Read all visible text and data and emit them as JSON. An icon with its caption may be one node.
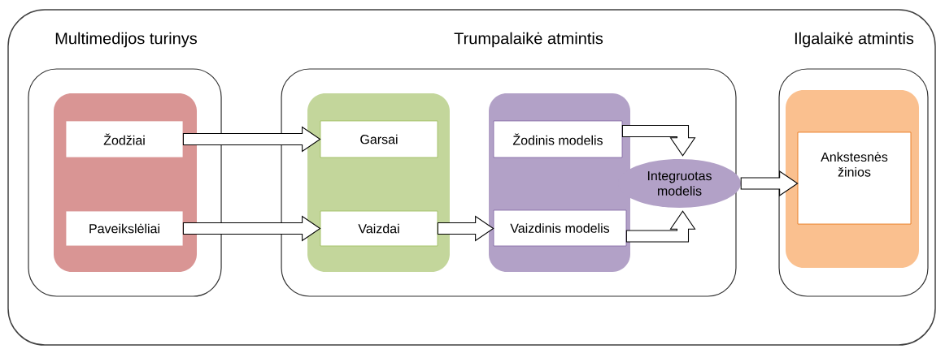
{
  "diagram": {
    "nodes": [
      {
        "text": [],
        "shape": "box"
      },
      {
        "text": [
          "Multimedijos turinys"
        ],
        "in": 0
      },
      {
        "text": [],
        "shape": "box",
        "in": 1
      },
      {
        "text": [
          "Žodžiai"
        ],
        "in": 2
      },
      {
        "text": [
          "Paveikslėliai"
        ],
        "in": 2
      },
      {
        "text": [
          "Trumpalaikė atmintis"
        ],
        "in": 0
      },
      {
        "text": [],
        "shape": "box",
        "in": 5
      },
      {
        "text": [
          "Garsai"
        ],
        "in": 6
      },
      {
        "text": [
          "Vaizdai"
        ],
        "in": 6
      },
      {
        "text": [],
        "shape": "box",
        "in": 5
      },
      {
        "text": [
          "Žodinis modelis"
        ],
        "in": 9
      },
      {
        "text": [
          "Vaizdinis modelis"
        ],
        "in": 9
      },
      {
        "text": [
          "Integruotas modelis"
        ],
        "in": 5
      },
      {
        "text": [
          "Ilgalaikė atmintis"
        ],
        "in": 0
      },
      {
        "text": [],
        "shape": "box",
        "in": 13
      },
      {
        "text": [
          "Ankstesnės žinios"
        ],
        "in": 14
      }
    ],
    "edges": [
      {
        "from": 3,
        "to": 7,
        "arrow": "to"
      },
      {
        "from": 4,
        "to": 8,
        "arrow": "to"
      },
      {
        "from": 8,
        "to": 11,
        "arrow": "to"
      },
      {
        "from": 10,
        "to": 12,
        "arrow": "to"
      },
      {
        "from": 11,
        "to": 12,
        "arrow": "to"
      },
      {
        "from": 12,
        "to": 15,
        "arrow": "to"
      }
    ]
  }
}
